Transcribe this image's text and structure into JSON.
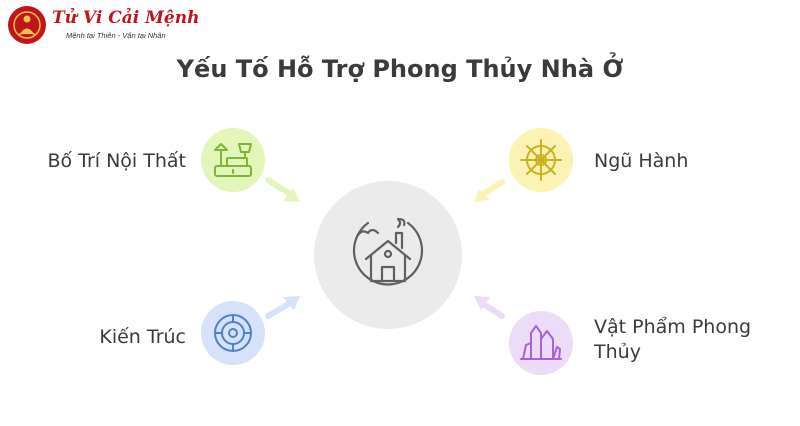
{
  "logo": {
    "title": "Tử Vi Cải Mệnh",
    "subtitle": "Mệnh tại Thiên - Vận tại Nhân",
    "brand_color": "#c0161b"
  },
  "title": "Yếu Tố Hỗ Trợ Phong Thủy Nhà Ở",
  "hub": {
    "icon": "house-icon",
    "color": "#ebebeb"
  },
  "factors": [
    {
      "label": "Bố Trí Nội Thất",
      "icon": "furniture-icon",
      "color": "#e3f5b9"
    },
    {
      "label": "Ngũ Hành",
      "icon": "dharma-wheel-icon",
      "color": "#fbf2b3"
    },
    {
      "label": "Kiến Trúc",
      "icon": "compass-circle-icon",
      "color": "#d6e3fa"
    },
    {
      "label": "Vật Phẩm Phong Thủy",
      "icon": "crystal-icon",
      "color": "#ecdcf7"
    }
  ]
}
